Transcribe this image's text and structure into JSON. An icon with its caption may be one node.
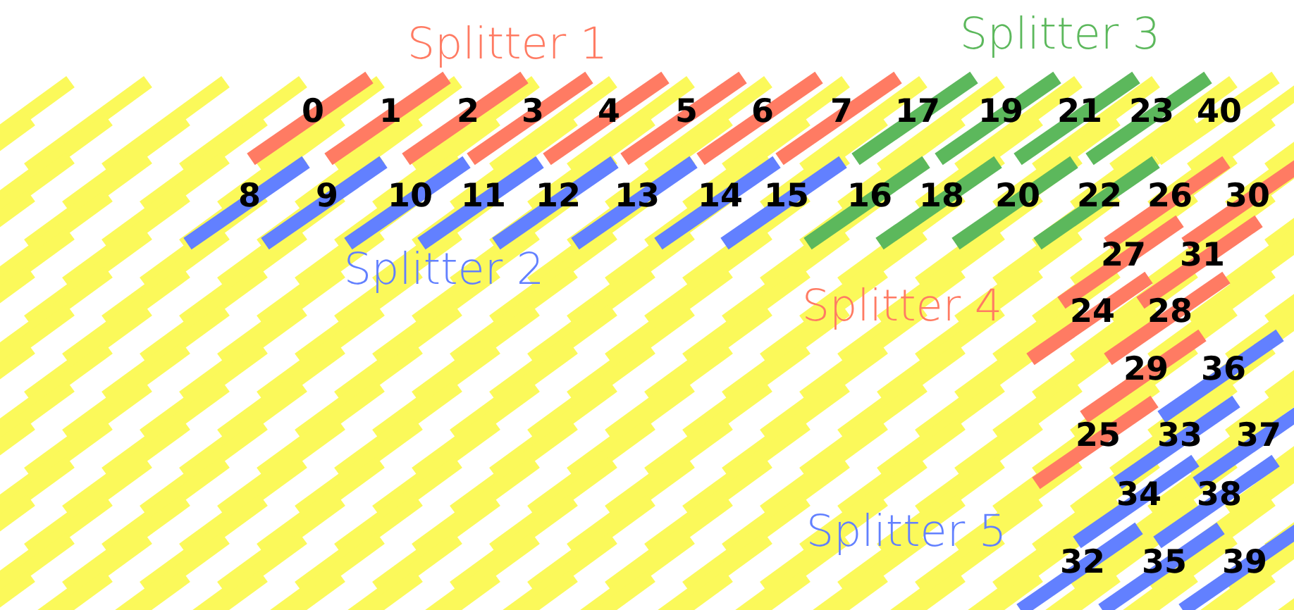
{
  "diagram": {
    "labels": [
      "Splitter 1",
      "Splitter 3",
      "0",
      "1",
      "2",
      "3",
      "4",
      "5",
      "6",
      "7",
      "17",
      "19",
      "21",
      "23",
      "40",
      "8",
      "9",
      "10",
      "11",
      "12",
      "13",
      "14",
      "15",
      "16",
      "18",
      "20",
      "22",
      "26",
      "30",
      "Splitter 2",
      "27",
      "31",
      "Splitter 4",
      "24",
      "28",
      "29",
      "36",
      "25",
      "33",
      "37",
      "34",
      "38",
      "Splitter 5",
      "32",
      "35",
      "39"
    ]
  }
}
